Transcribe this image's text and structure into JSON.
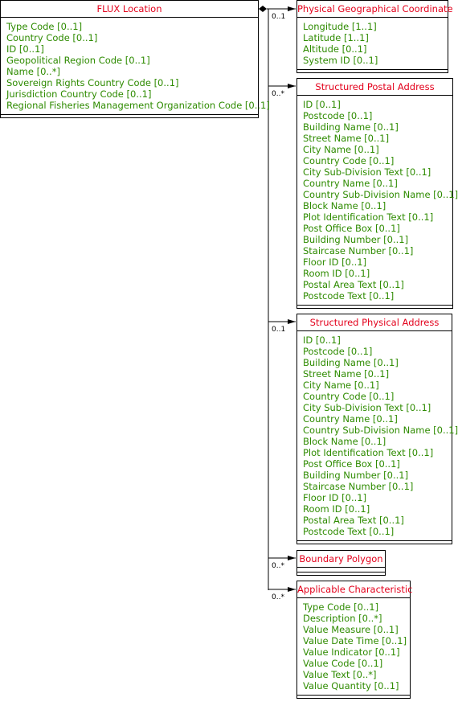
{
  "classes": {
    "flux_location": {
      "title": "FLUX Location",
      "attributes": [
        "Type Code [0..1]",
        "Country Code [0..1]",
        "ID [0..1]",
        "Geopolitical Region Code [0..1]",
        "Name [0..*]",
        "Sovereign Rights Country Code [0..1]",
        "Jurisdiction Country Code [0..1]",
        "Regional Fisheries Management Organization Code [0..1]"
      ]
    },
    "physical_geographical_coordinate": {
      "title": "Physical Geographical Coordinate",
      "attributes": [
        "Longitude [1..1]",
        "Latitude [1..1]",
        "Altitude [0..1]",
        "System ID [0..1]"
      ]
    },
    "structured_postal_address": {
      "title": "Structured Postal Address",
      "attributes": [
        "ID [0..1]",
        "Postcode [0..1]",
        "Building Name [0..1]",
        "Street Name [0..1]",
        "City Name [0..1]",
        "Country Code [0..1]",
        "City Sub-Division Text [0..1]",
        "Country Name [0..1]",
        "Country Sub-Division Name [0..1]",
        "Block Name [0..1]",
        "Plot Identification Text [0..1]",
        "Post Office Box [0..1]",
        "Building Number [0..1]",
        "Staircase Number [0..1]",
        "Floor ID [0..1]",
        "Room ID [0..1]",
        "Postal Area Text [0..1]",
        "Postcode Text [0..1]"
      ]
    },
    "structured_physical_address": {
      "title": "Structured Physical Address",
      "attributes": [
        "ID [0..1]",
        "Postcode [0..1]",
        "Building Name [0..1]",
        "Street Name [0..1]",
        "City Name [0..1]",
        "Country Code [0..1]",
        "City Sub-Division Text [0..1]",
        "Country Name [0..1]",
        "Country Sub-Division Name [0..1]",
        "Block Name [0..1]",
        "Plot Identification Text [0..1]",
        "Post Office Box [0..1]",
        "Building Number [0..1]",
        "Staircase Number [0..1]",
        "Floor ID [0..1]",
        "Room ID [0..1]",
        "Postal Area Text [0..1]",
        "Postcode Text [0..1]"
      ]
    },
    "boundary_polygon": {
      "title": "Boundary Polygon",
      "attributes": []
    },
    "applicable_characteristic": {
      "title": "Applicable Characteristic",
      "attributes": [
        "Type Code [0..1]",
        "Description [0..*]",
        "Value Measure [0..1]",
        "Value Date Time [0..1]",
        "Value Indicator [0..1]",
        "Value Code [0..1]",
        "Value Text [0..*]",
        "Value Quantity [0..1]"
      ]
    }
  },
  "multiplicities": {
    "physical_geographical_coordinate": "0..1",
    "structured_postal_address": "0..*",
    "structured_physical_address": "0..1",
    "boundary_polygon": "0..*",
    "applicable_characteristic": "0..*"
  },
  "colors": {
    "title": "#e3001b",
    "attribute": "#2e8b00",
    "border": "#000000"
  }
}
